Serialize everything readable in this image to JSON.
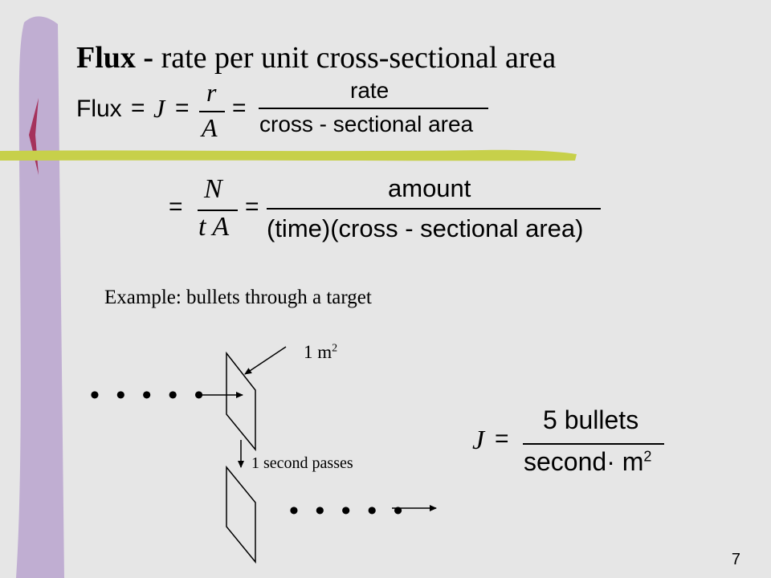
{
  "slide": {
    "title_bold": "Flux -",
    "title_rest": " rate per unit cross-sectional area",
    "page_number": "7"
  },
  "eq1": {
    "lhs_word": "Flux",
    "eq": "=",
    "J": "J",
    "r": "r",
    "A": "A",
    "num": "rate",
    "den": "cross - sectional area"
  },
  "eq2": {
    "eq": "=",
    "N": "N",
    "tA": "t A",
    "num": "amount",
    "den": "(time)(cross - sectional area)"
  },
  "example": {
    "text": "Example: bullets through a target",
    "area_value": "1 m",
    "area_exp": "2",
    "dots_top": "• • • • •",
    "dots_bottom": "• • • • •",
    "time_label": "1 second passes"
  },
  "result": {
    "J": "J",
    "eq": "=",
    "num": "5 bullets",
    "den_word": "second",
    "den_dot": "·",
    "den_unit": "m",
    "den_exp": "2"
  },
  "colors": {
    "background": "#e6e6e6",
    "bar": "#c0aed2",
    "bar_accent": "#a5325c",
    "stripe": "#c7d04a"
  }
}
